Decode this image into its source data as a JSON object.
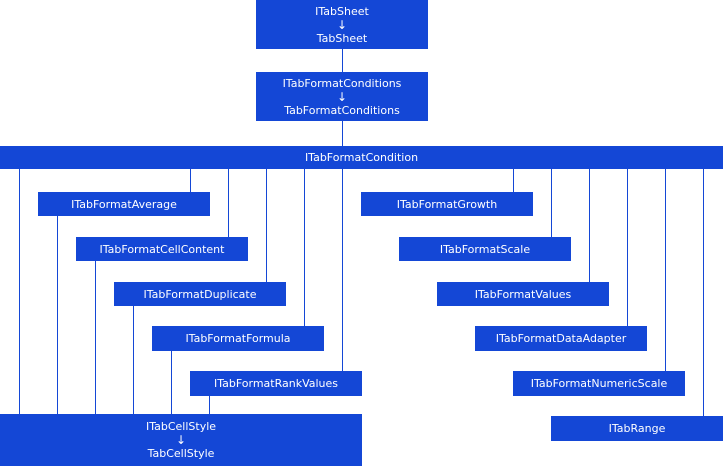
{
  "diagram": {
    "colors": {
      "box_fill": "#1447d6",
      "box_text": "#ffffff",
      "connector": "#1447d6",
      "background": "#ffffff"
    },
    "tabsheet": {
      "interface": "ITabSheet",
      "arrow": "↓",
      "class": "TabSheet"
    },
    "conditions": {
      "interface": "ITabFormatConditions",
      "arrow": "↓",
      "class": "TabFormatConditions"
    },
    "condition": {
      "label": "ITabFormatCondition"
    },
    "left_items": [
      "ITabFormatAverage",
      "ITabFormatCellContent",
      "ITabFormatDuplicate",
      "ITabFormatFormula",
      "ITabFormatRankValues"
    ],
    "right_items": [
      "ITabFormatGrowth",
      "ITabFormatScale",
      "ITabFormatValues",
      "ITabFormatDataAdapter",
      "ITabFormatNumericScale"
    ],
    "cellstyle": {
      "interface": "ITabCellStyle",
      "arrow": "↓",
      "class": "TabCellStyle"
    },
    "range": {
      "label": "ITabRange"
    }
  }
}
